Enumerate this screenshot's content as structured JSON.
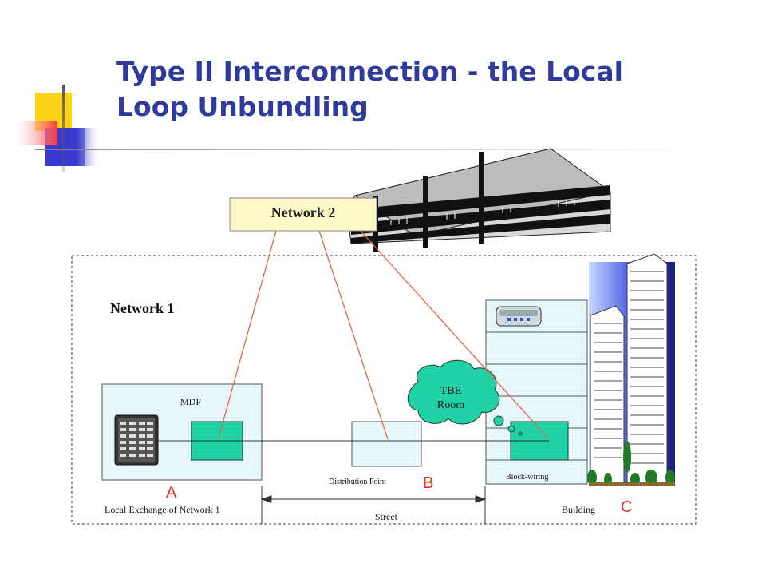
{
  "slide": {
    "title": "Type II Interconnection - the Local Loop Unbundling"
  },
  "labels": {
    "network_2": "Network 2",
    "network_1": "Network 1",
    "mdf": "MDF",
    "tbe_line1": "TBE",
    "tbe_line2": "Room",
    "distribution_point": "Distribution  Point",
    "block_wiring": "Block-wiring",
    "local_exchange": "Local Exchange of Network 1",
    "street": "Street",
    "building": "Building"
  },
  "points": {
    "a": "A",
    "b": "B",
    "c": "C"
  },
  "colors": {
    "title": "#2f3b9c",
    "link_line": "#e0654a",
    "network2_box": "#fcf8c8",
    "light_cyan": "#e6f7fc",
    "green_box": "#1fd3a6",
    "letter": "#e0342a"
  }
}
